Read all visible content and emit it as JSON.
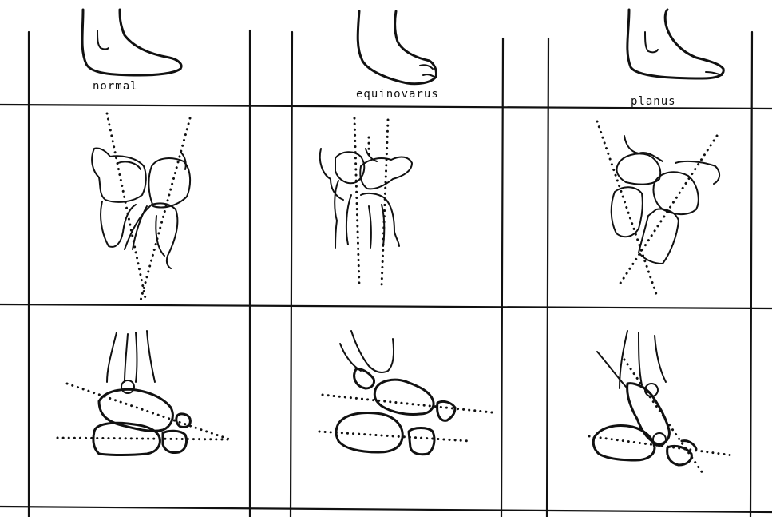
{
  "labels": {
    "normal": "normal",
    "equinovarus": "equinovarus",
    "planus": "planus"
  }
}
